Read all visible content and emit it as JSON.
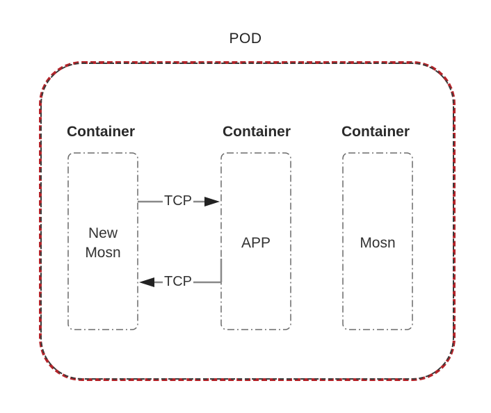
{
  "pod": {
    "title": "POD"
  },
  "containers": [
    {
      "label": "Container",
      "content": [
        "New",
        "Mosn"
      ]
    },
    {
      "label": "Container",
      "content": [
        "APP"
      ]
    },
    {
      "label": "Container",
      "content": [
        "Mosn"
      ]
    }
  ],
  "arrows": [
    {
      "label": "TCP",
      "direction": "right"
    },
    {
      "label": "TCP",
      "direction": "left"
    }
  ],
  "colors": {
    "pod_border": "#b4242a",
    "box_border": "#6a6a6a",
    "arrow": "#888888"
  }
}
